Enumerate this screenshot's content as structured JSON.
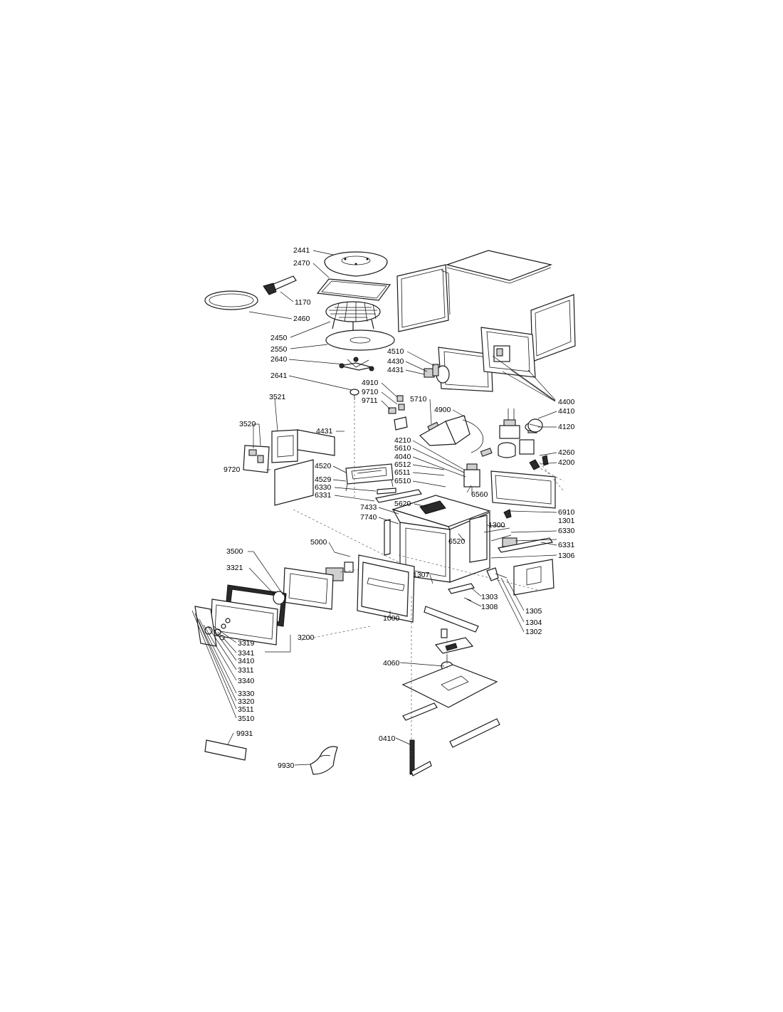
{
  "diagram": {
    "part_labels": {
      "p2441": "2441",
      "p2470": "2470",
      "p1170": "1170",
      "p2460": "2460",
      "p2450": "2450",
      "p2550": "2550",
      "p2640": "2640",
      "p2641": "2641",
      "p4510": "4510",
      "p4430": "4430",
      "p4431a": "4431",
      "p4910": "4910",
      "p9710": "9710",
      "p9711": "9711",
      "p5710": "5710",
      "p4900": "4900",
      "p4400": "4400",
      "p4410": "4410",
      "p4120": "4120",
      "p3521": "3521",
      "p3520": "3520",
      "p4431b": "4431",
      "p9720": "9720",
      "p4520": "4520",
      "p4529": "4529",
      "p6330a": "6330",
      "p6331a": "6331",
      "p4210": "4210",
      "p5610": "5610",
      "p4040": "4040",
      "p6512": "6512",
      "p6511": "6511",
      "p6510": "6510",
      "p6560": "6560",
      "p4260": "4260",
      "p4200": "4200",
      "p7433": "7433",
      "p7740": "7740",
      "p5620": "5620",
      "p6910": "6910",
      "p1300": "1300",
      "p1301": "1301",
      "p6330b": "6330",
      "p6331b": "6331",
      "p1306": "1306",
      "p6520": "6520",
      "p5000": "5000",
      "p3500": "3500",
      "p3321": "3321",
      "p1307": "1307",
      "p1303": "1303",
      "p1308": "1308",
      "p1000": "1000",
      "p1305": "1305",
      "p1304": "1304",
      "p1302": "1302",
      "p3200": "3200",
      "p3319": "3319",
      "p3341": "3341",
      "p3410": "3410",
      "p3311": "3311",
      "p3340": "3340",
      "p3330": "3330",
      "p3320": "3320",
      "p3511": "3511",
      "p3510": "3510",
      "p4060": "4060",
      "p9931": "9931",
      "p0410": "0410",
      "p9930": "9930"
    }
  }
}
